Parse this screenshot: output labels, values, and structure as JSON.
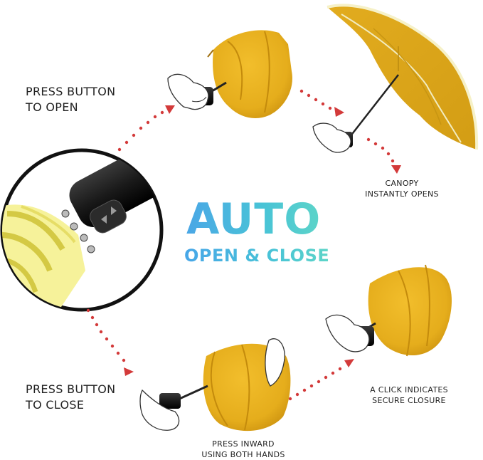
{
  "title": {
    "main": "AUTO",
    "sub": "OPEN & CLOSE"
  },
  "steps": {
    "press_open": [
      "PRESS BUTTON",
      "TO OPEN"
    ],
    "canopy_opens": [
      "CANOPY",
      "INSTANTLY OPENS"
    ],
    "press_close": [
      "PRESS BUTTON",
      "TO CLOSE"
    ],
    "press_inward": [
      "PRESS INWARD",
      "USING BOTH HANDS"
    ],
    "click_closure": [
      "A CLICK INDICATES",
      "SECURE CLOSURE"
    ]
  },
  "icons": [
    "closed-umbrella-icon",
    "open-umbrella-icon",
    "hand-icon",
    "handle-button-icon",
    "arrow-icon"
  ],
  "colors": {
    "canopy": "#e8b21e",
    "canopy_shade": "#c98f0e",
    "arrow": "#d33a3a",
    "title_blue": "#4aa7e6",
    "title_teal": "#5fd6c7",
    "closeup_canopy": "#f4ef8c"
  }
}
